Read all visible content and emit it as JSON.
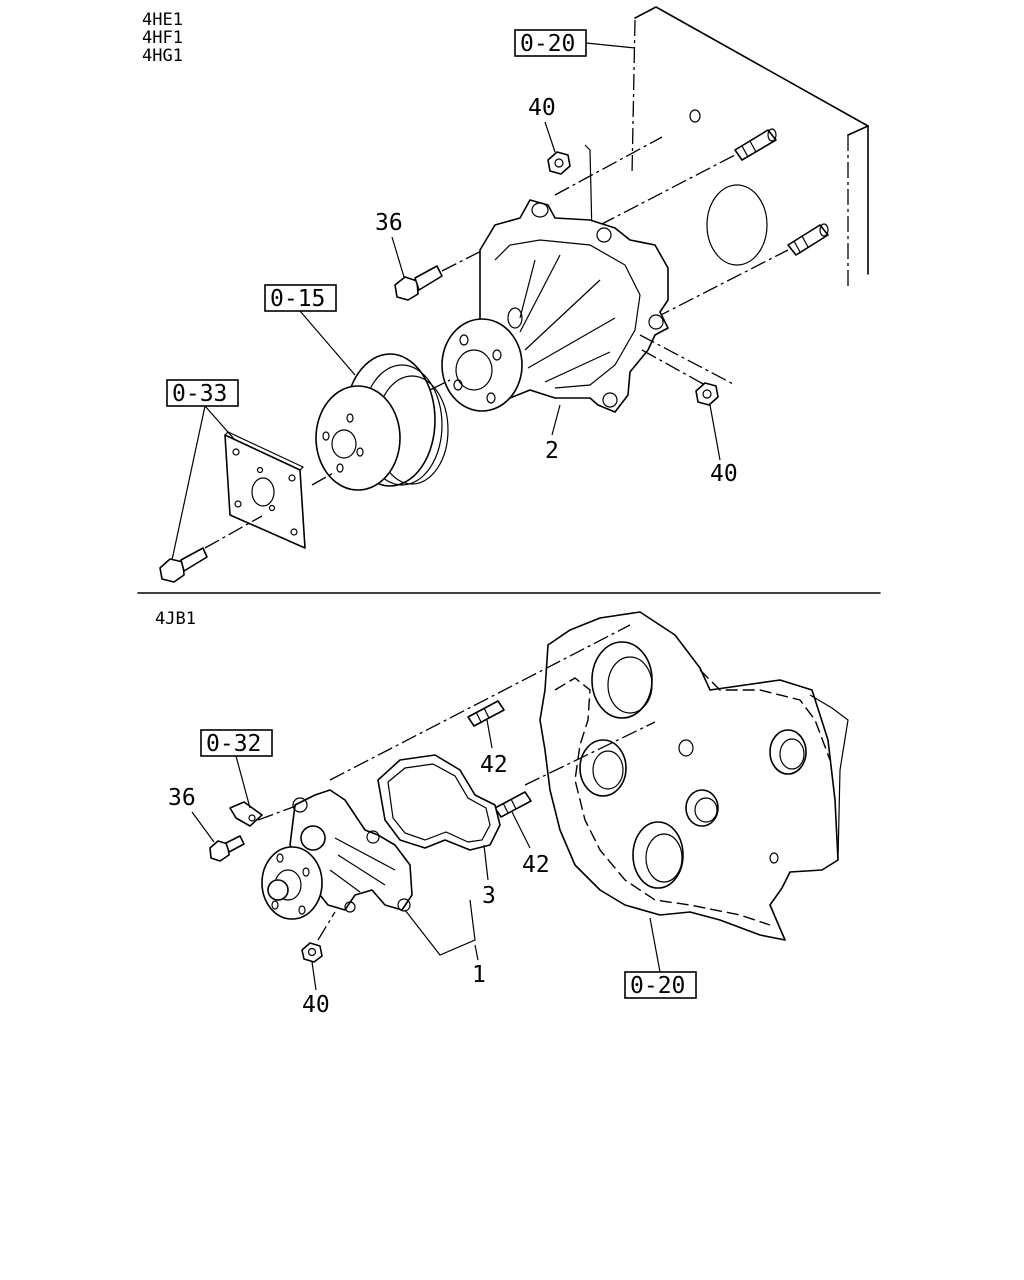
{
  "engine_groups": {
    "upper": [
      "4HE1",
      "4HF1",
      "4HG1"
    ],
    "lower": [
      "4JB1"
    ]
  },
  "references": {
    "upper_case": "0-20",
    "pulley": "0-15",
    "fan_plate": "0-33",
    "bracket": "0-32",
    "lower_case": "0-20"
  },
  "callouts": {
    "upper_nut_top": "40",
    "upper_bolt": "36",
    "upper_pump": "2",
    "upper_nut_bottom": "40",
    "lower_stud_top": "42",
    "lower_bolt": "36",
    "lower_stud_mid": "42",
    "lower_gasket": "3",
    "lower_pump": "1",
    "lower_nut": "40"
  }
}
